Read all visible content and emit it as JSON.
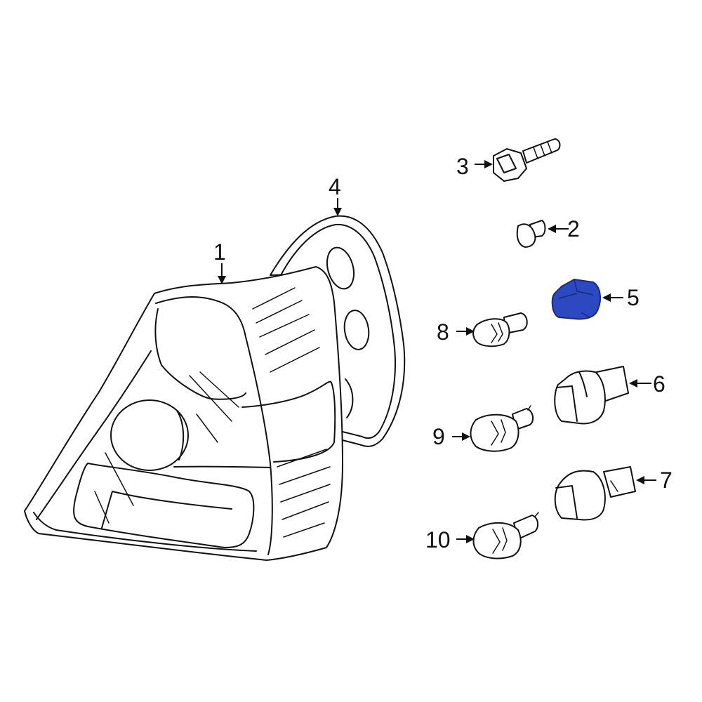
{
  "colors": {
    "line": "#111111",
    "background": "#ffffff",
    "highlight_fill": "#2d49c2",
    "highlight_stroke": "#1a2a7a"
  },
  "highlighted_part": "5",
  "callouts": {
    "c1": "1",
    "c2": "2",
    "c3": "3",
    "c4": "4",
    "c5": "5",
    "c6": "6",
    "c7": "7",
    "c8": "8",
    "c9": "9",
    "c10": "10"
  }
}
